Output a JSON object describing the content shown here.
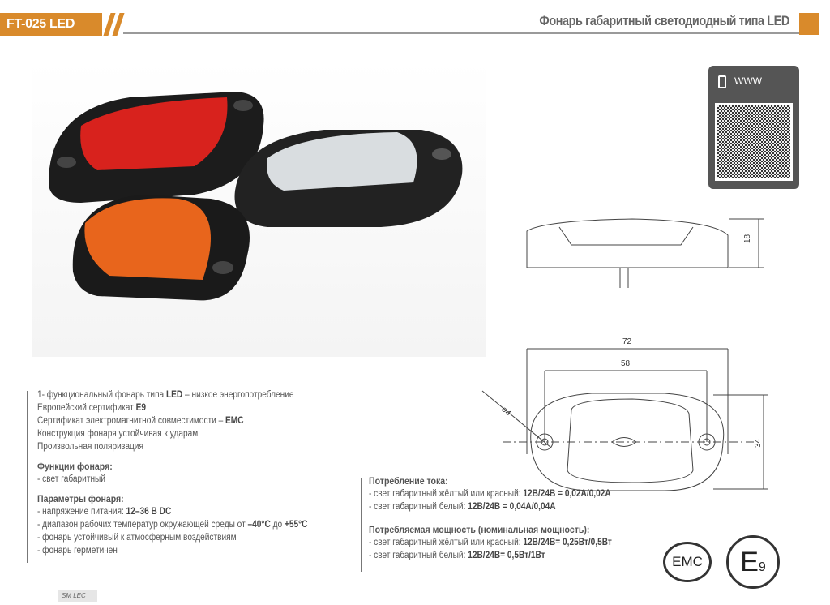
{
  "header": {
    "model": "FT-025 LED",
    "title": "Фонарь габаритный светодиодный типа LED"
  },
  "qr": {
    "label": "WWW"
  },
  "features": [
    [
      {
        "t": "1- функциональный фонарь типа "
      },
      {
        "t": "LED",
        "b": true
      },
      {
        "t": " – низкое энергопотребление"
      }
    ],
    [
      {
        "t": "Европейский сертификат "
      },
      {
        "t": "E9",
        "b": true
      }
    ],
    [
      {
        "t": "Сертификат электромагнитной совместимости – "
      },
      {
        "t": "EMC",
        "b": true
      }
    ],
    [
      {
        "t": "Конструкция фонаря устойчивая к ударам"
      }
    ],
    [
      {
        "t": "Произвольная поляризация"
      }
    ]
  ],
  "functions": {
    "title": "Функции фонаря:",
    "items": [
      [
        {
          "t": "- свет габаритный"
        }
      ]
    ]
  },
  "params": {
    "title": "Параметры фонаря:",
    "items": [
      [
        {
          "t": "- напряжение питания: "
        },
        {
          "t": "12–36 B DC",
          "b": true
        }
      ],
      [
        {
          "t": "- диапазон рабочих температур окружающей среды от "
        },
        {
          "t": "–40°C",
          "b": true
        },
        {
          "t": " до "
        },
        {
          "t": "+55°C",
          "b": true
        }
      ],
      [
        {
          "t": "- фонарь устойчивый к атмосферным воздействиям"
        }
      ],
      [
        {
          "t": "- фонарь герметичен"
        }
      ]
    ]
  },
  "current": {
    "title": "Потребление тока:",
    "items": [
      [
        {
          "t": "- свет габаритный жёлтый или красный: "
        },
        {
          "t": "12B/24B = 0,02A/0,02A",
          "b": true
        }
      ],
      [
        {
          "t": "- свет габаритный белый: "
        },
        {
          "t": "12B/24B = 0,04A/0,04A",
          "b": true
        }
      ]
    ]
  },
  "power": {
    "title": "Потребляемая мощность (номинальная мощность):",
    "items": [
      [
        {
          "t": "- свет габаритный жёлтый или красный: "
        },
        {
          "t": "12B/24B= 0,25Вт/0,5Вт",
          "b": true
        }
      ],
      [
        {
          "t": "- свет габаритный белый: "
        },
        {
          "t": "12B/24B= 0,5Вт/1Вт",
          "b": true
        }
      ]
    ]
  },
  "dimensions": {
    "height": "18",
    "length": "72",
    "hole_spacing": "58",
    "width": "34",
    "hole_diameter": "ø4"
  },
  "certs": {
    "emc": "EMC",
    "e": "E",
    "e_num": "9"
  },
  "brand": {
    "logo": "SM LEC"
  }
}
